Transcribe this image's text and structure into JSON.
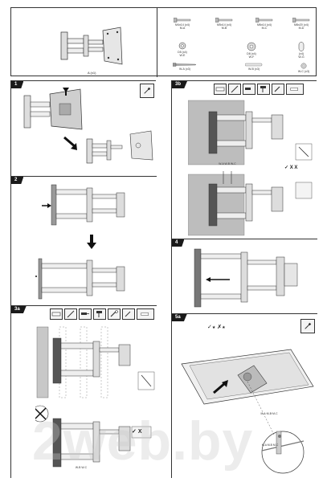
{
  "header": {
    "mount_label": "A (x1)",
    "parts": [
      {
        "code": "M4x14 (x4)",
        "id": "M-A"
      },
      {
        "code": "M5x14 (x4)",
        "id": "M-B"
      },
      {
        "code": "M6x14 (x4)",
        "id": "M-C"
      },
      {
        "code": "M8x20 (x4)",
        "id": "M-D"
      },
      {
        "code": "D5 (x4)",
        "id": "W-E"
      },
      {
        "code": "D8 (x4)",
        "id": "W-F"
      },
      {
        "code": "(x4)",
        "id": "W-G"
      },
      {
        "code": "W-A (x3)",
        "id": ""
      },
      {
        "code": "W-B (x3)",
        "id": ""
      },
      {
        "code": "W-C (x3)",
        "id": ""
      }
    ]
  },
  "steps": {
    "s1": "1",
    "s2": "2",
    "s3a": "3a",
    "s3b": "3b",
    "s4": "4",
    "s5a": "5a"
  },
  "labels": {
    "wb_wc": "W-B\nW-C",
    "wa_wb_wc": "W-A\nW-B\nW-C",
    "wb_wc2": "W-B  W-C",
    "mb_md": "M-A\nM-B\nM-C",
    "m_abcd": "M-A·M-B·M-C",
    "check_x": "X"
  },
  "watermark": "2web.by"
}
